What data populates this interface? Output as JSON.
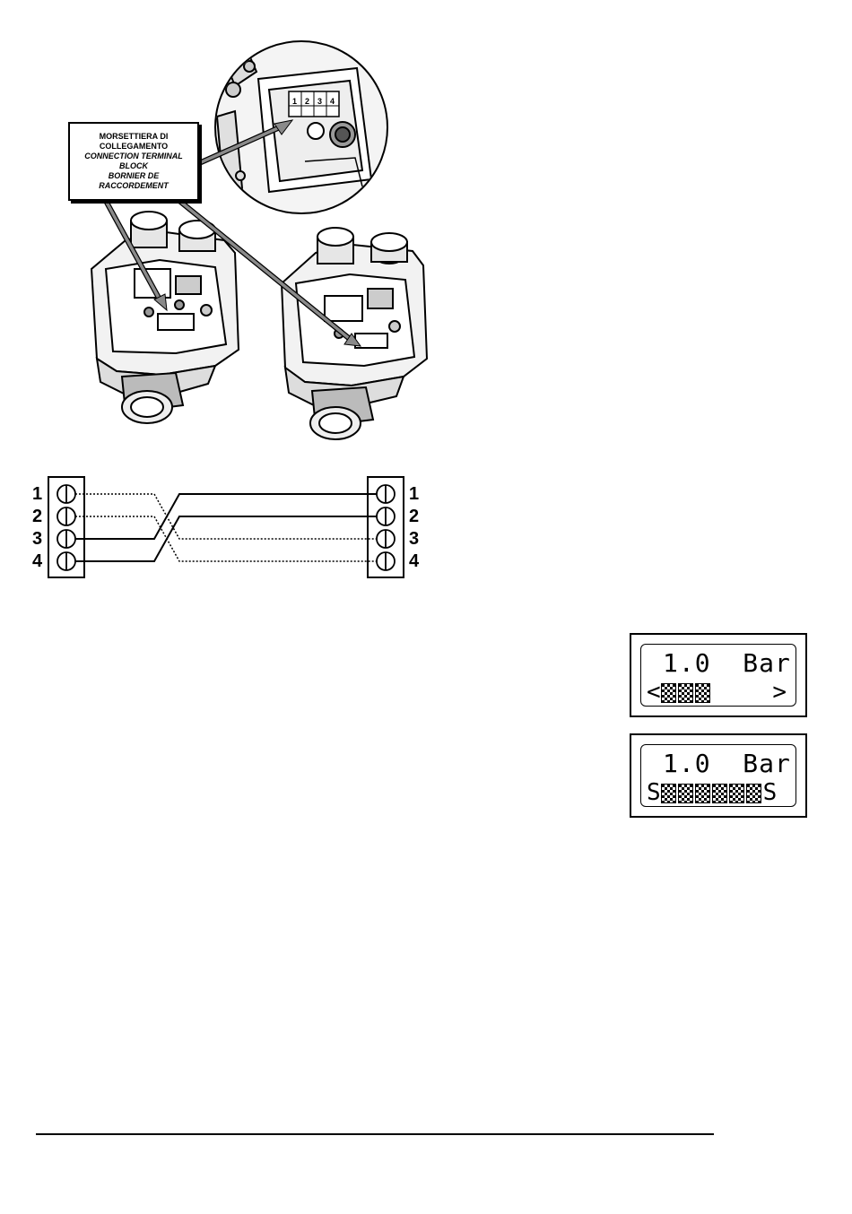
{
  "callout": {
    "line1": "MORSETTIERA DI",
    "line2": "COLLEGAMENTO",
    "line3": "CONNECTION TERMINAL",
    "line4": "BLOCK",
    "line5": "BORNIER DE",
    "line6": "RACCORDEMENT"
  },
  "zoom_terminals": [
    "1",
    "2",
    "3",
    "4"
  ],
  "left_terminals": [
    "1",
    "2",
    "3",
    "4"
  ],
  "right_terminals": [
    "1",
    "2",
    "3",
    "4"
  ],
  "displays": [
    {
      "line1": "1.0  Bar",
      "left_glyph": "<",
      "right_glyph": ">",
      "blocks": 3
    },
    {
      "line1": "1.0  Bar",
      "left_glyph": "S",
      "right_glyph": "S",
      "blocks": 6
    }
  ],
  "colors": {
    "ink": "#000000",
    "arrow": "#8a8a8a",
    "paper": "#ffffff"
  }
}
